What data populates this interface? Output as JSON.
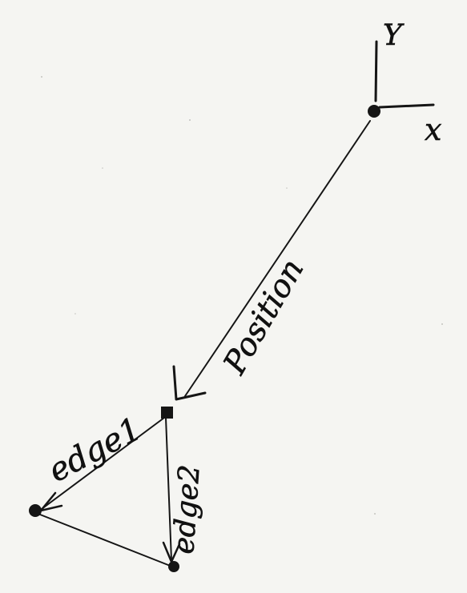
{
  "labels": {
    "axis_y": "Y",
    "axis_x": "x",
    "position": "Position",
    "edge1": "edge1",
    "edge2": "edge2"
  },
  "colors": {
    "ink": "#151515",
    "paper": "#f5f5f2"
  }
}
